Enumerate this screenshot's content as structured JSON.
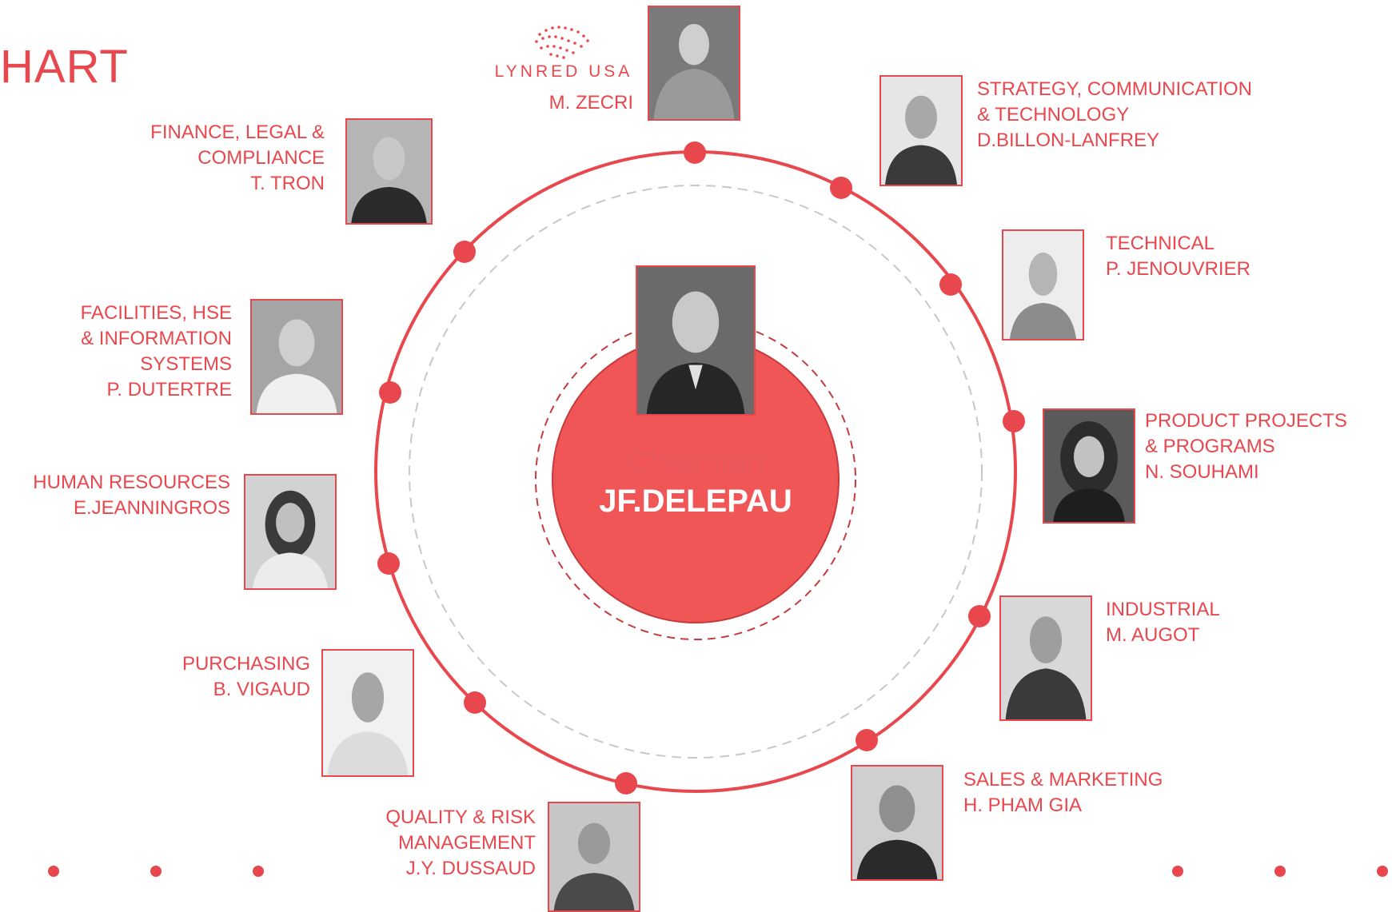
{
  "page": {
    "title": "HART"
  },
  "colors": {
    "accent": "#e8484d",
    "center_fill": "#f15656",
    "dashed_gray": "#c8c8c8"
  },
  "chairman": {
    "role": "Chairman",
    "name": "JF.DELEPAU"
  },
  "lynred": {
    "logo_text": "LYNRED USA",
    "name": "M. ZECRI"
  },
  "members": [
    {
      "id": "strategy",
      "lines": [
        "STRATEGY, COMMUNICATION",
        "& TECHNOLOGY",
        "D.BILLON-LANFREY"
      ]
    },
    {
      "id": "technical",
      "lines": [
        "TECHNICAL",
        "P. JENOUVRIER"
      ]
    },
    {
      "id": "product",
      "lines": [
        "PRODUCT PROJECTS",
        "& PROGRAMS",
        "N. SOUHAMI"
      ]
    },
    {
      "id": "industrial",
      "lines": [
        "INDUSTRIAL",
        "M. AUGOT"
      ]
    },
    {
      "id": "sales",
      "lines": [
        "SALES & MARKETING",
        "H. PHAM GIA"
      ]
    },
    {
      "id": "quality",
      "lines": [
        "QUALITY & RISK",
        "MANAGEMENT",
        "J.Y. DUSSAUD"
      ]
    },
    {
      "id": "purchasing",
      "lines": [
        "PURCHASING",
        "B. VIGAUD"
      ]
    },
    {
      "id": "hr",
      "lines": [
        "HUMAN RESOURCES",
        "E.JEANNINGROS"
      ]
    },
    {
      "id": "facilities",
      "lines": [
        "FACILITIES, HSE",
        "& INFORMATION",
        "SYSTEMS",
        "P. DUTERTRE"
      ]
    },
    {
      "id": "finance",
      "lines": [
        "FINANCE, LEGAL &",
        "COMPLIANCE",
        "T. TRON"
      ]
    }
  ]
}
